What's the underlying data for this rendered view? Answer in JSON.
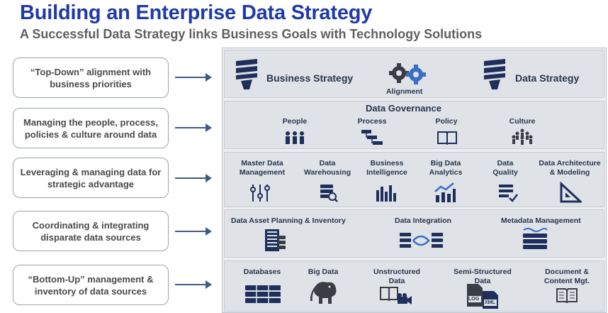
{
  "header": {
    "title": "Building an Enterprise Data Strategy",
    "subtitle": "A Successful Data Strategy links Business Goals with Technology Solutions"
  },
  "left_boxes": [
    "“Top-Down” alignment with business priorities",
    "Managing the people, process, policies & culture around data",
    "Leveraging & managing data for strategic advantage",
    "Coordinating & integrating disparate data sources",
    "“Bottom-Up” management & inventory of data sources"
  ],
  "row1": {
    "business_strategy": "Business Strategy",
    "alignment": "Alignment",
    "data_strategy": "Data Strategy"
  },
  "row2": {
    "title": "Data Governance",
    "items": [
      "People",
      "Process",
      "Policy",
      "Culture"
    ]
  },
  "row3": {
    "items": [
      [
        "Master Data",
        "Management"
      ],
      [
        "Data",
        "Warehousing"
      ],
      [
        "Business",
        "Intelligence"
      ],
      [
        "Big Data",
        "Analytics"
      ],
      [
        "Data",
        "Quality"
      ],
      [
        "Data Architecture",
        "& Modeling"
      ]
    ]
  },
  "row4": {
    "items": [
      "Data Asset Planning & Inventory",
      "Data Integration",
      "Metadata Management"
    ]
  },
  "row5": {
    "items": [
      [
        "Databases",
        ""
      ],
      [
        "Big Data",
        ""
      ],
      [
        "Unstructured",
        "Data"
      ],
      [
        "Semi-Structured",
        "Data"
      ],
      [
        "Document &",
        "Content Mgt."
      ]
    ],
    "log_label": "LOG",
    "xml_label": "XML"
  },
  "colors": {
    "title": "#1f3aa8",
    "navy": "#26364f",
    "icon": "#1f2f5c",
    "arrow": "#3e5a86",
    "band": "#dfe2e6"
  }
}
